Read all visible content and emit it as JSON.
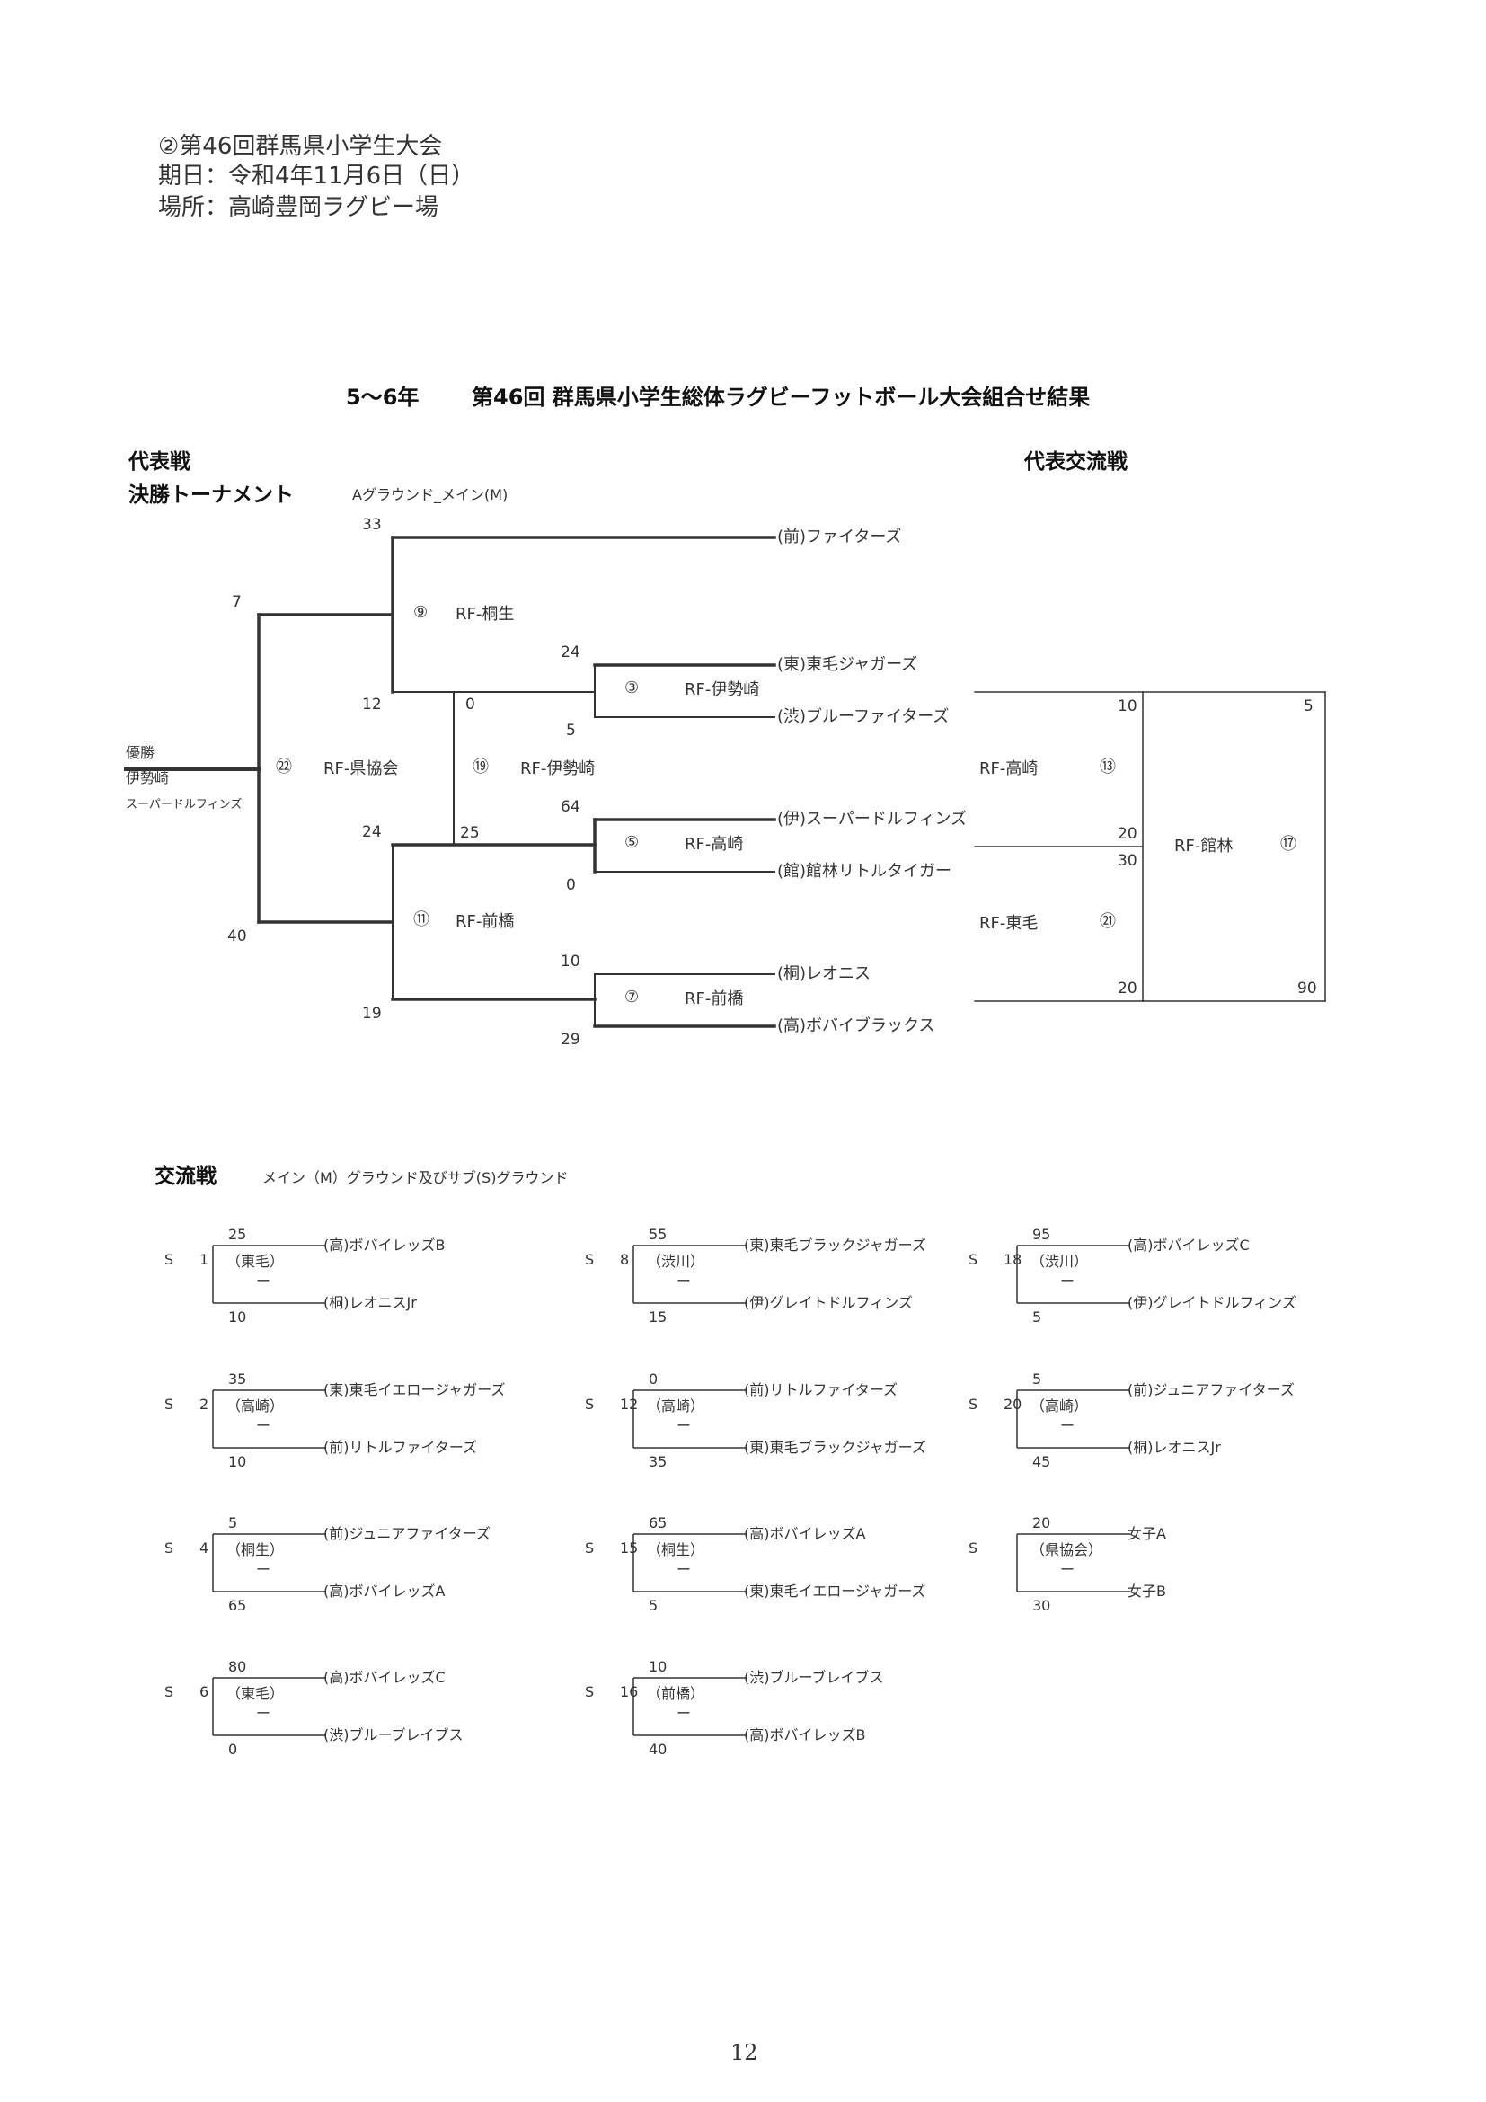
{
  "header": {
    "line1": "②第46回群馬県小学生大会",
    "line2": "期日：令和4年11月6日（日）",
    "line3": "場所：高崎豊岡ラグビー場"
  },
  "main_title": {
    "grade": "5〜6年",
    "title": "第46回  群馬県小学生総体ラグビーフットボール大会組合せ結果"
  },
  "representative": {
    "heading": "代表戦",
    "tournament_label": "決勝トーナメント",
    "ground_label": "Aグラウンド_メイン(M)",
    "exchange_heading": "代表交流戦",
    "champion_label": "優勝",
    "champion_team_line1": "伊勢崎",
    "champion_team_line2": "スーパードルフィンズ",
    "teams": [
      "(前)ファイターズ",
      "(東)東毛ジャガーズ",
      "(渋)ブルーファイターズ",
      "(伊)スーパードルフィンズ",
      "(館)館林リトルタイガー",
      "(桐)レオニス",
      "(高)ボバイブラックス"
    ],
    "matches": [
      {
        "no": "⑨",
        "ref": "RF-桐生"
      },
      {
        "no": "③",
        "ref": "RF-伊勢崎"
      },
      {
        "no": "㉒",
        "ref": "RF-県協会"
      },
      {
        "no": "⑲",
        "ref": "RF-伊勢崎"
      },
      {
        "no": "⑤",
        "ref": "RF-高崎"
      },
      {
        "no": "⑪",
        "ref": "RF-前橋"
      },
      {
        "no": "⑦",
        "ref": "RF-前橋"
      },
      {
        "no": "⑬",
        "ref": "RF-高崎"
      },
      {
        "no": "㉑",
        "ref": "RF-東毛"
      },
      {
        "no": "⑰",
        "ref": "RF-館林"
      }
    ],
    "scores": [
      "33",
      "7",
      "24",
      "12",
      "0",
      "5",
      "64",
      "24",
      "25",
      "0",
      "40",
      "10",
      "19",
      "29",
      "10",
      "20",
      "30",
      "20",
      "5",
      "90"
    ]
  },
  "exchange": {
    "heading": "交流戦",
    "ground_label": "メイン（M）グラウンド及びサブ(S)グラウンド",
    "games": [
      {
        "ground": "S",
        "no": "1",
        "ref": "（東毛）",
        "dash": "ー",
        "top_score": "25",
        "bottom_score": "10",
        "top_team": "(高)ボバイレッズB",
        "bottom_team": "(桐)レオニスJr"
      },
      {
        "ground": "S",
        "no": "8",
        "ref": "（渋川）",
        "dash": "ー",
        "top_score": "55",
        "bottom_score": "15",
        "top_team": "(東)東毛ブラックジャガーズ",
        "bottom_team": "(伊)グレイトドルフィンズ"
      },
      {
        "ground": "S",
        "no": "18",
        "ref": "（渋川）",
        "dash": "ー",
        "top_score": "95",
        "bottom_score": "5",
        "top_team": "(高)ボバイレッズC",
        "bottom_team": "(伊)グレイトドルフィンズ"
      },
      {
        "ground": "S",
        "no": "2",
        "ref": "（高崎）",
        "dash": "ー",
        "top_score": "35",
        "bottom_score": "10",
        "top_team": "(東)東毛イエロージャガーズ",
        "bottom_team": "(前)リトルファイターズ"
      },
      {
        "ground": "S",
        "no": "12",
        "ref": "（高崎）",
        "dash": "ー",
        "top_score": "0",
        "bottom_score": "35",
        "top_team": "(前)リトルファイターズ",
        "bottom_team": "(東)東毛ブラックジャガーズ"
      },
      {
        "ground": "S",
        "no": "20",
        "ref": "（高崎）",
        "dash": "ー",
        "top_score": "5",
        "bottom_score": "45",
        "top_team": "(前)ジュニアファイターズ",
        "bottom_team": "(桐)レオニスJr"
      },
      {
        "ground": "S",
        "no": "4",
        "ref": "（桐生）",
        "dash": "ー",
        "top_score": "5",
        "bottom_score": "65",
        "top_team": "(前)ジュニアファイターズ",
        "bottom_team": "(高)ボバイレッズA"
      },
      {
        "ground": "S",
        "no": "15",
        "ref": "（桐生）",
        "dash": "ー",
        "top_score": "65",
        "bottom_score": "5",
        "top_team": "(高)ボバイレッズA",
        "bottom_team": "(東)東毛イエロージャガーズ"
      },
      {
        "ground": "S",
        "no": "",
        "ref": "（県協会）",
        "dash": "ー",
        "top_score": "20",
        "bottom_score": "30",
        "top_team": "女子A",
        "bottom_team": "女子B"
      },
      {
        "ground": "S",
        "no": "6",
        "ref": "（東毛）",
        "dash": "ー",
        "top_score": "80",
        "bottom_score": "0",
        "top_team": "(高)ボバイレッズC",
        "bottom_team": "(渋)ブルーブレイブス"
      },
      {
        "ground": "S",
        "no": "16",
        "ref": "（前橋）",
        "dash": "ー",
        "top_score": "10",
        "bottom_score": "40",
        "top_team": "(渋)ブルーブレイブス",
        "bottom_team": "(高)ボバイレッズB"
      }
    ]
  },
  "footer": {
    "page_number": "12"
  }
}
